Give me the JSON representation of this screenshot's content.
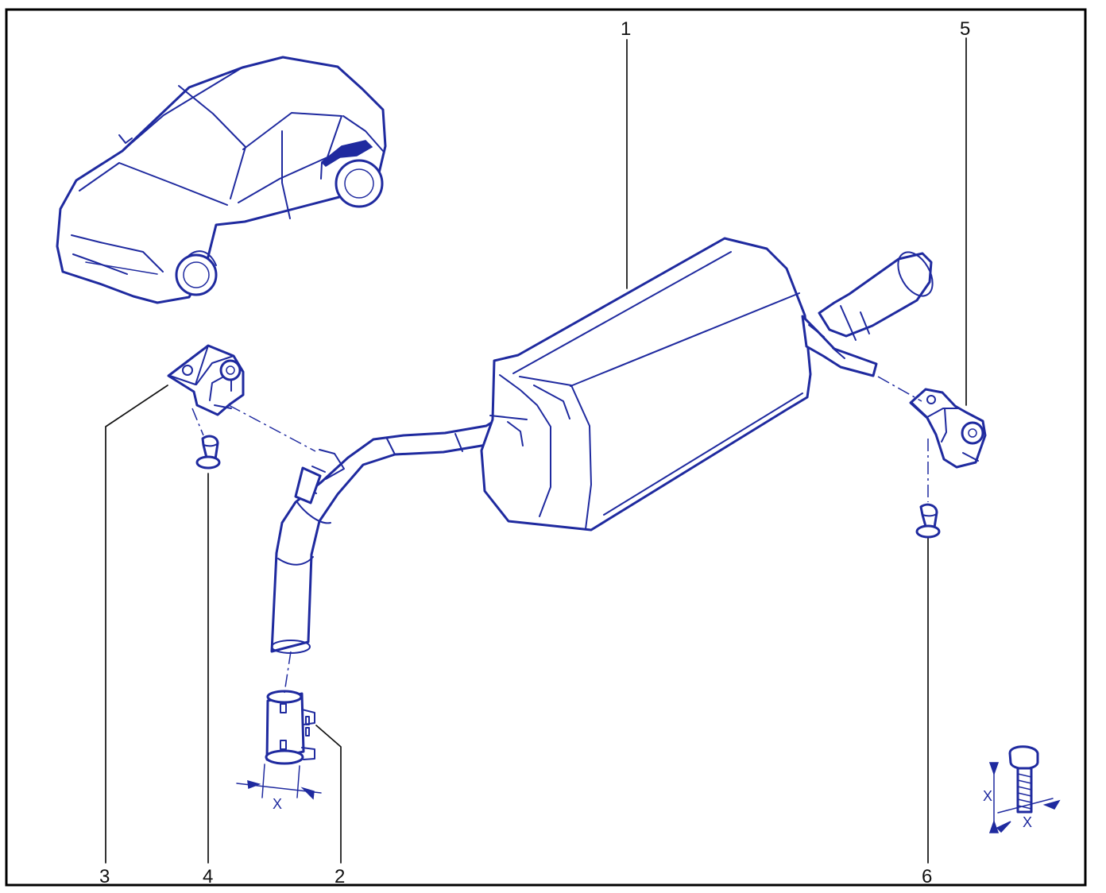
{
  "parts": [
    {
      "label": "1",
      "name": "rear-muffler"
    },
    {
      "label": "2",
      "name": "pipe-clamp"
    },
    {
      "label": "3",
      "name": "front-bracket"
    },
    {
      "label": "4",
      "name": "front-bracket-bolt"
    },
    {
      "label": "5",
      "name": "rear-bracket"
    },
    {
      "label": "6",
      "name": "rear-bracket-bolt"
    }
  ],
  "dimensions": {
    "clamp_width": "X",
    "legend_height": "X",
    "legend_width": "X"
  },
  "colors": {
    "line": "#1f2a9f",
    "frame": "#000000",
    "background": "#ffffff"
  }
}
